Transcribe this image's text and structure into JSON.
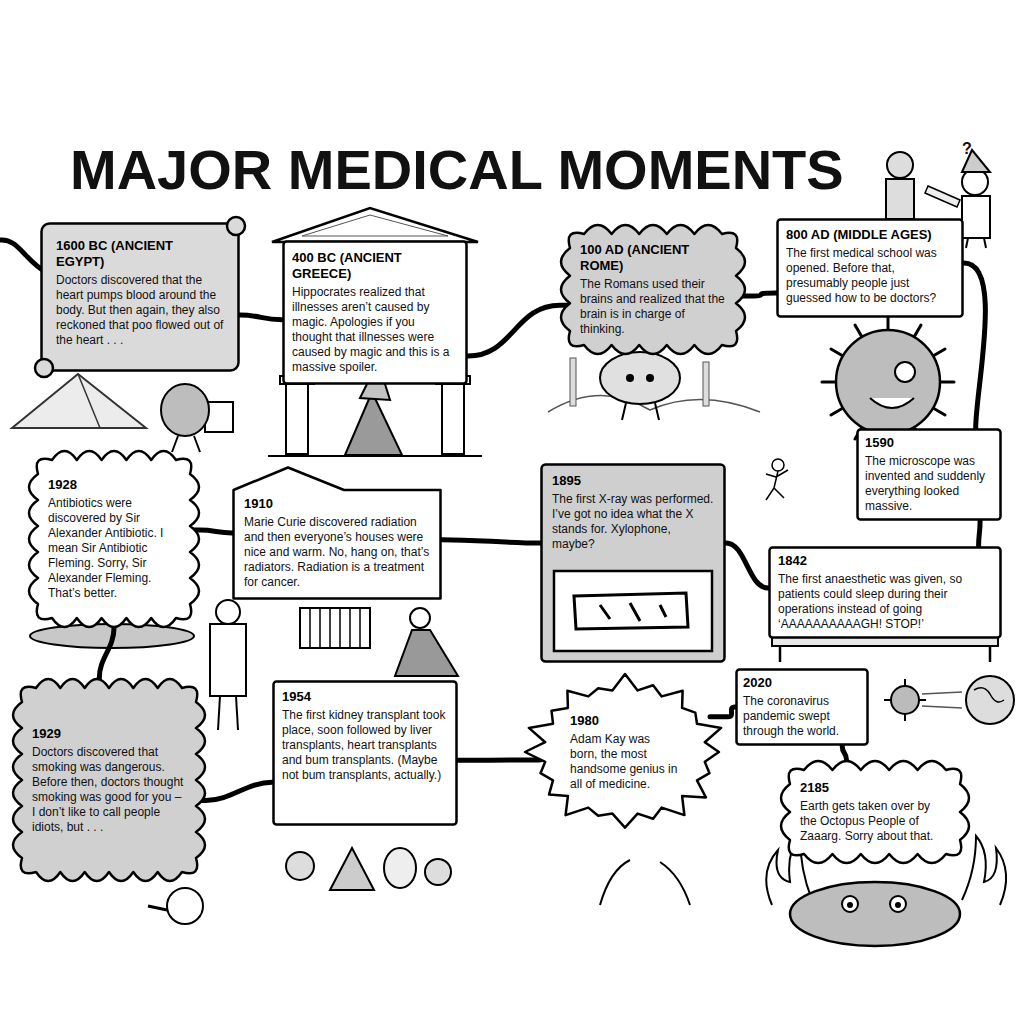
{
  "diagram": {
    "title": "MAJOR MEDICAL MOMENTS",
    "nodes": [
      {
        "text": [
          "1600 BC (ANCIENT EGYPT)",
          "Doctors discovered that the heart pumps blood around the body. But then again, they also reckoned that poo flowed out of the heart . . ."
        ]
      },
      {
        "text": [
          "400 BC (ANCIENT GREECE)",
          "Hippocrates realized that illnesses aren’t caused by magic. Apologies if you thought that illnesses were caused by magic and this is a massive spoiler."
        ]
      },
      {
        "text": [
          "100 AD (ANCIENT ROME)",
          "The Romans used their brains and realized that the brain is in charge of thinking."
        ]
      },
      {
        "text": [
          "800 AD (MIDDLE AGES)",
          "The first medical school was opened. Before that, presumably people just guessed how to be doctors?"
        ]
      },
      {
        "text": [
          "1590",
          "The microscope was invented and suddenly everything looked massive."
        ]
      },
      {
        "text": [
          "1842",
          "The first anaesthetic was given, so patients could sleep during their operations instead of going ‘AAAAAAAAAAGH! STOP!’"
        ]
      },
      {
        "text": [
          "1895",
          "The first X-ray was performed. I’ve got no idea what the X stands for. Xylophone, maybe?"
        ]
      },
      {
        "text": [
          "1910",
          "Marie Curie discovered radiation and then everyone’s houses were nice and warm. No, hang on, that’s radiators. Radiation is a treatment for cancer."
        ]
      },
      {
        "text": [
          "1928",
          "Antibiotics were discovered by Sir Alexander Antibiotic. I mean Sir Antibiotic Fleming. Sorry, Sir Alexander Fleming. That’s better."
        ]
      },
      {
        "text": [
          "1929",
          "Doctors discovered that smoking was dangerous. Before then, doctors thought smoking was good for you – I don’t like to call people idiots, but . . ."
        ]
      },
      {
        "text": [
          "1954",
          "The first kidney transplant took place, soon followed by liver transplants, heart transplants and bum transplants. (Maybe not bum transplants, actually.)"
        ]
      },
      {
        "text": [
          "1980",
          "Adam Kay was born, the most handsome genius in all of medicine."
        ]
      },
      {
        "text": [
          "2020",
          "The coronavirus pandemic swept through the world."
        ]
      },
      {
        "text": [
          "2185",
          "Earth gets taken over by the Octopus People of Zaaarg. Sorry about that."
        ]
      }
    ],
    "edges": [
      {
        "from": 0,
        "to": 1,
        "arrow": "none"
      },
      {
        "from": 1,
        "to": 2,
        "arrow": "none"
      },
      {
        "from": 2,
        "to": 3,
        "arrow": "none"
      },
      {
        "from": 3,
        "to": 4,
        "arrow": "none"
      },
      {
        "from": 4,
        "to": 5,
        "arrow": "none"
      },
      {
        "from": 5,
        "to": 6,
        "arrow": "none"
      },
      {
        "from": 6,
        "to": 7,
        "arrow": "none"
      },
      {
        "from": 7,
        "to": 8,
        "arrow": "none"
      },
      {
        "from": 8,
        "to": 9,
        "arrow": "none"
      },
      {
        "from": 9,
        "to": 10,
        "arrow": "none"
      },
      {
        "from": 10,
        "to": 11,
        "arrow": "none"
      },
      {
        "from": 11,
        "to": 12,
        "arrow": "none"
      },
      {
        "from": 12,
        "to": 13,
        "arrow": "none"
      }
    ],
    "labels": [
      "?"
    ]
  }
}
